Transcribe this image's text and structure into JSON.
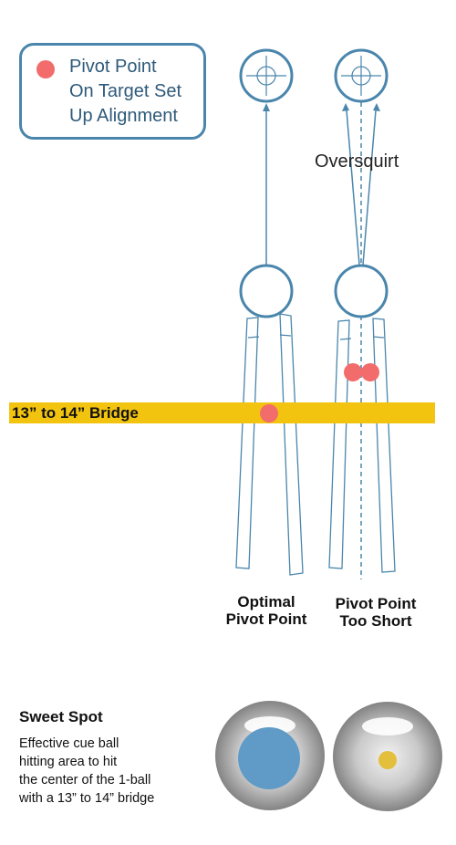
{
  "legend": {
    "lines": [
      "Pivot Point",
      "On Target Set",
      "Up Alignment"
    ],
    "dot_color": "#f26c6c"
  },
  "labels": {
    "oversquirt": "Oversquirt",
    "bridge": "13” to 14” Bridge",
    "optimal": [
      "Optimal",
      "Pivot Point"
    ],
    "too_short": [
      "Pivot Point",
      "Too Short"
    ]
  },
  "sweet_spot": {
    "title": "Sweet Spot",
    "description": [
      "Effective cue ball",
      "hitting area to hit",
      "the center of the 1-ball",
      "with a 13” to 14” bridge"
    ]
  },
  "colors": {
    "outline": "#4a86ac",
    "pivot": "#f26c6c",
    "bridge_bar": "#f2c40f",
    "sweet_spot_large": "#5f9bc6",
    "sweet_spot_small": "#e3bf3c"
  }
}
